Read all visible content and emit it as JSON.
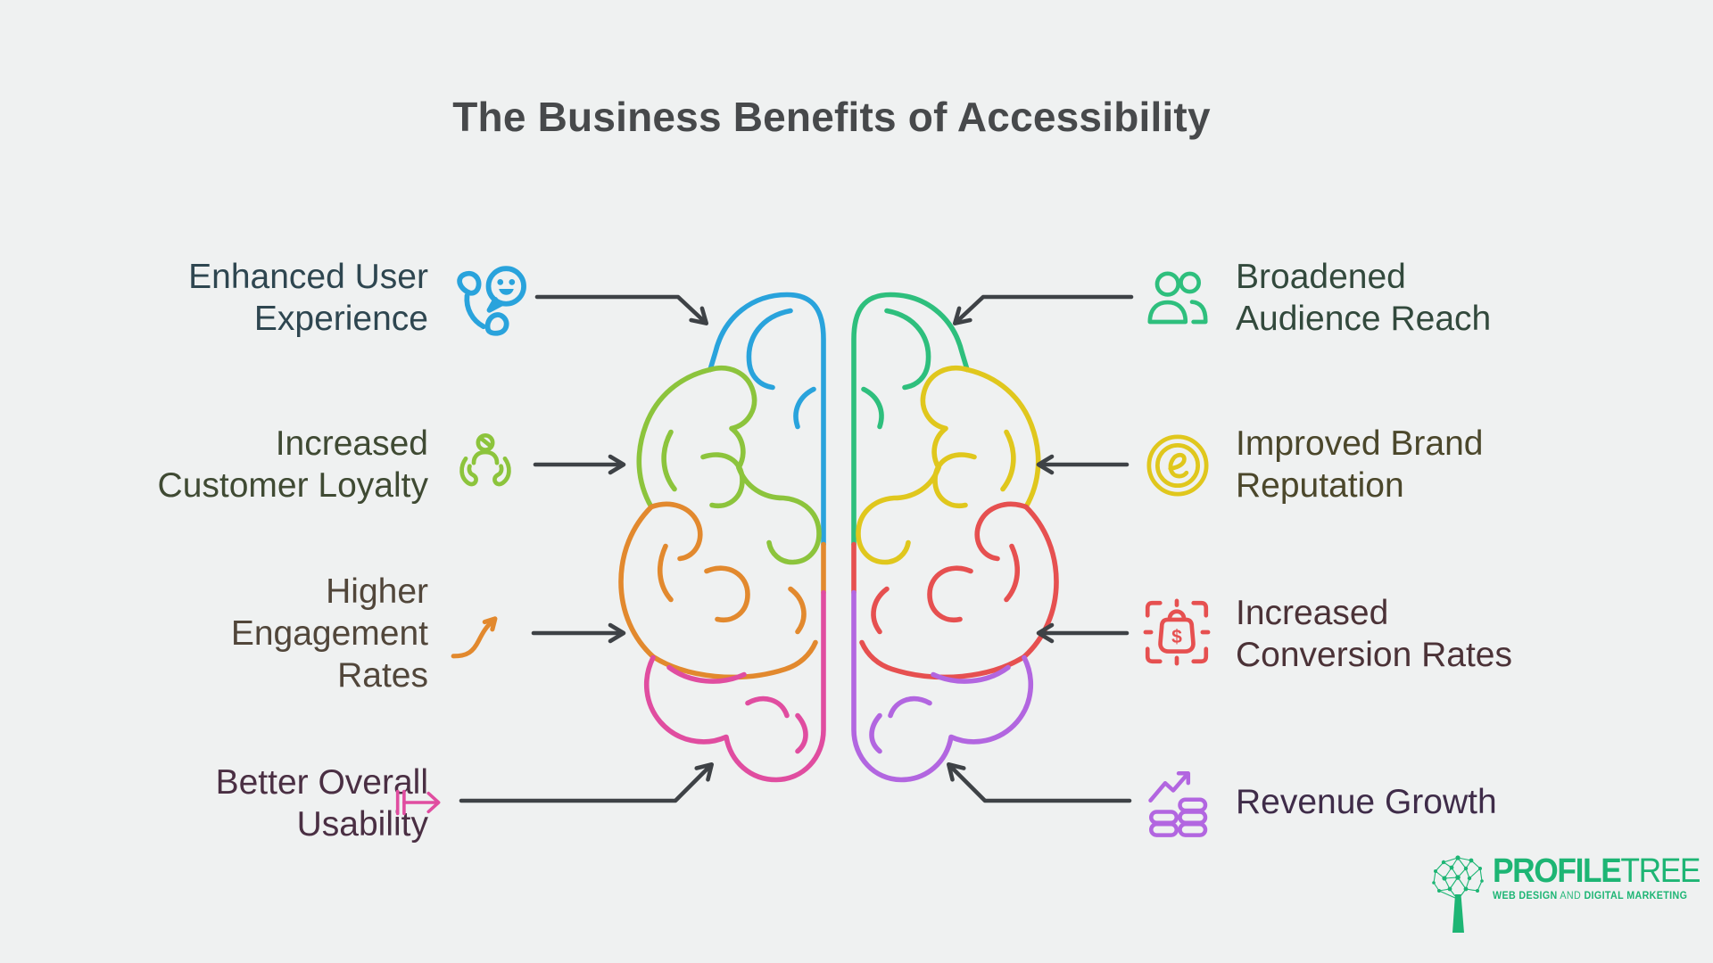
{
  "background_color": "#eff1f1",
  "title": {
    "text": "The Business Benefits of Accessibility",
    "color": "#47494b"
  },
  "arrow_color": "#3e4246",
  "benefits_left": [
    {
      "label": "Enhanced User Experience",
      "lines": [
        "Enhanced User",
        "Experience"
      ],
      "icon": "phone-smiley",
      "accent_color": "#29a3dc",
      "text_color": "#2e4650"
    },
    {
      "label": "Increased Customer Loyalty",
      "lines": [
        "Increased",
        "Customer Loyalty"
      ],
      "icon": "person-in-caring-hands",
      "accent_color": "#8cc43c",
      "text_color": "#3f4a33"
    },
    {
      "label": "Higher Engagement Rates",
      "lines": [
        "Higher",
        "Engagement",
        "Rates"
      ],
      "icon": "rising-curve-arrow",
      "accent_color": "#e2892e",
      "text_color": "#51463a"
    },
    {
      "label": "Better Overall Usability",
      "lines": [
        "Better Overall",
        "Usability"
      ],
      "icon": "maps-to-arrow",
      "accent_color": "#e04da0",
      "text_color": "#4a2f43"
    }
  ],
  "benefits_right": [
    {
      "label": "Broadened Audience Reach",
      "lines": [
        "Broadened",
        "Audience Reach"
      ],
      "icon": "two-people",
      "accent_color": "#2ebf7d",
      "text_color": "#32493c"
    },
    {
      "label": "Improved Brand Reputation",
      "lines": [
        "Improved Brand",
        "Reputation"
      ],
      "icon": "e-in-double-circle",
      "accent_color": "#e0c71d",
      "text_color": "#4b472b"
    },
    {
      "label": "Increased Conversion Rates",
      "lines": [
        "Increased",
        "Conversion Rates"
      ],
      "icon": "shopping-bag-dollar-focus",
      "accent_color": "#e65050",
      "text_color": "#4b3237"
    },
    {
      "label": "Revenue Growth",
      "lines": [
        "Revenue Growth"
      ],
      "icon": "coins-growth-arrow",
      "accent_color": "#b266e0",
      "text_color": "#3f2c49"
    }
  ],
  "brain": {
    "left_colors": [
      "#29a3dc",
      "#8cc43c",
      "#e2892e",
      "#e04da0"
    ],
    "right_colors": [
      "#2ebf7d",
      "#e0c71d",
      "#e65050",
      "#b266e0"
    ]
  },
  "brand": {
    "name_bold": "PROFILE",
    "name_light": "TREE",
    "tagline_bold_1": "WEB DESIGN",
    "tagline_light": " AND ",
    "tagline_bold_2": "DIGITAL MARKETING",
    "color": "#1db574"
  }
}
